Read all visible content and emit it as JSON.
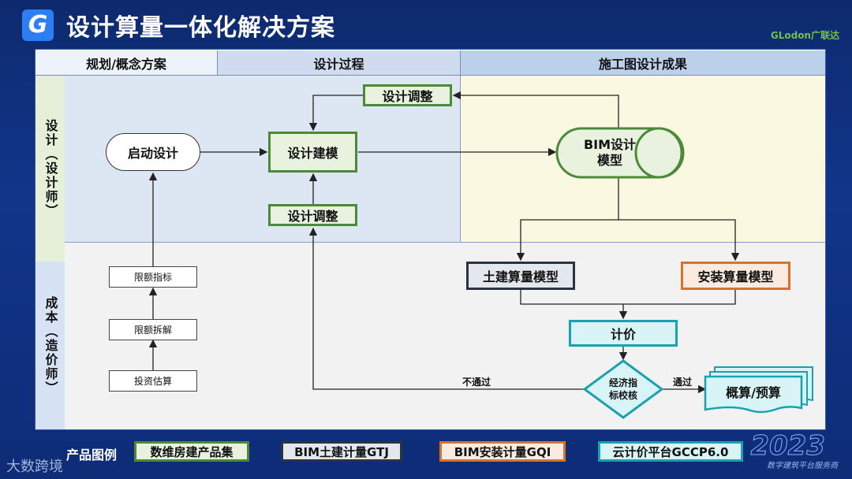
{
  "header": {
    "logo_letter": "G",
    "title": "设计算量一体化解决方案",
    "brand": "GLodon",
    "brand_cn": "广联达"
  },
  "columns": [
    "规划/概念方案",
    "设计过程",
    "施工图设计成果"
  ],
  "lanes": [
    "设计（设计师）",
    "成本（造价师）"
  ],
  "nodes": {
    "start": "启动设计",
    "model": "设计建模",
    "adjust_top": "设计调整",
    "adjust_mid": "设计调整",
    "bim": "BIM设计模型",
    "civil": "土建算量模型",
    "install": "安装算量模型",
    "pricing": "计价",
    "check": "经济指标校核",
    "limit_index": "限额指标",
    "limit_split": "限额拆解",
    "estimate": "投资估算",
    "budget": "概算/预算"
  },
  "edge_labels": {
    "fail": "不通过",
    "pass": "通过"
  },
  "legend": {
    "label": "产品图例",
    "items": [
      {
        "text": "数维房建产品集",
        "color": "#4c8a3a",
        "bg": "#e9f2df"
      },
      {
        "text": "BIM土建计量GTJ",
        "color": "#2b3340",
        "bg": "#e3e7ee"
      },
      {
        "text": "BIM安装计量GQI",
        "color": "#d9722b",
        "bg": "#fbeadf"
      },
      {
        "text": "云计价平台GCCP6.0",
        "color": "#1aa1b0",
        "bg": "#d9f4f6"
      }
    ]
  },
  "watermark": "大数跨境",
  "badge": {
    "year": "2023",
    "sub": "数字建筑平台服务商"
  }
}
